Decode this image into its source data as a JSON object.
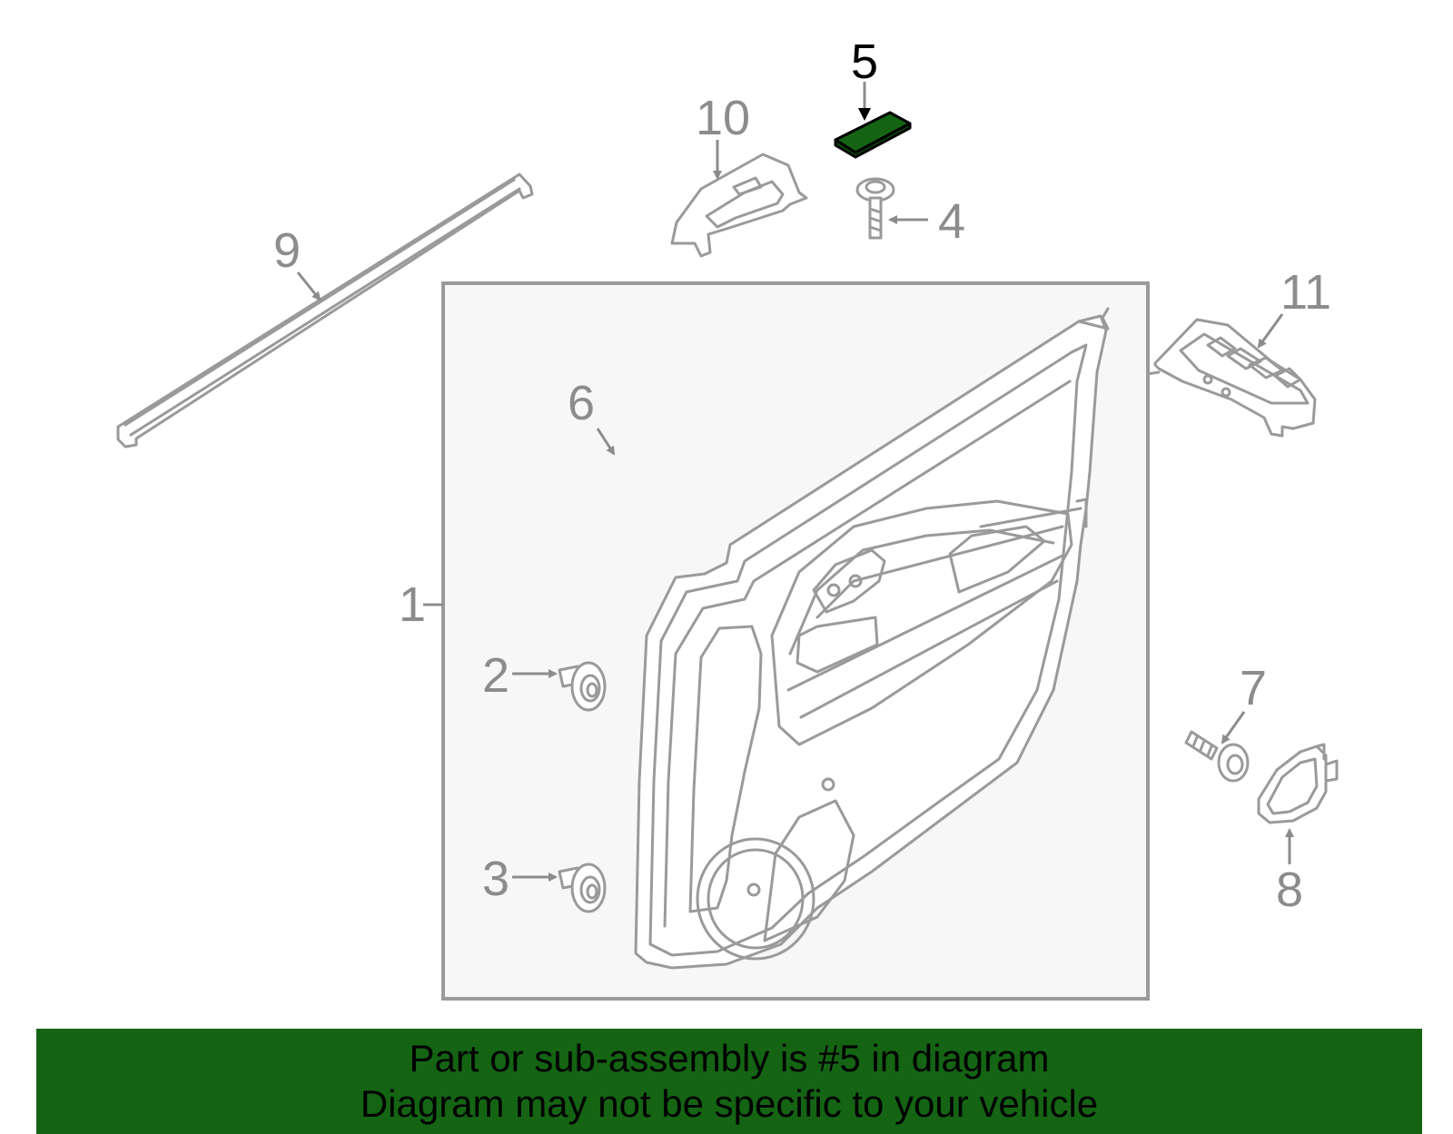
{
  "diagram": {
    "highlighted_part": "5",
    "colors": {
      "highlight_fill": "#146414",
      "banner_bg": "#146414",
      "banner_text": "#000000",
      "part_stroke": "#9a9a9a",
      "label_gray": "#8c8c8c",
      "panel_bg": "#f7f7f7"
    },
    "callouts": {
      "c1": "1",
      "c2": "2",
      "c3": "3",
      "c4": "4",
      "c5": "5",
      "c6": "6",
      "c7": "7",
      "c8": "8",
      "c9": "9",
      "c10": "10",
      "c11": "11"
    }
  },
  "banner": {
    "line1": "Part or sub-assembly is #5 in diagram",
    "line2": "Diagram may not be specific to your vehicle"
  }
}
